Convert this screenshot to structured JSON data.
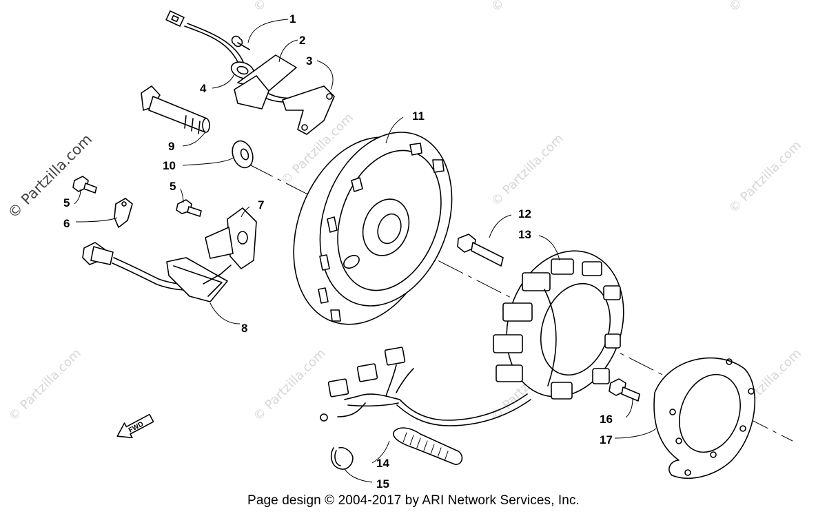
{
  "watermark": "© Partzilla.com",
  "footer": "Page design © 2004-2017 by ARI Network Services, Inc.",
  "fwd_label": "FWD",
  "callouts": {
    "c1": "1",
    "c2": "2",
    "c3": "3",
    "c4": "4",
    "c5a": "5",
    "c5b": "5",
    "c6": "6",
    "c7": "7",
    "c8": "8",
    "c9": "9",
    "c10": "10",
    "c11": "11",
    "c12": "12",
    "c13": "13",
    "c14": "14",
    "c15": "15",
    "c16": "16",
    "c17": "17"
  }
}
